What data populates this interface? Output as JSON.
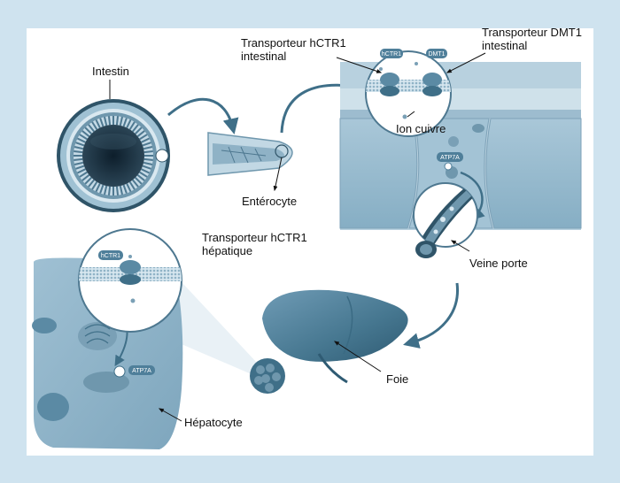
{
  "labels": {
    "intestin": "Intestin",
    "transporteur_hctr1_intestinal": [
      "Transporteur hCTR1",
      "intestinal"
    ],
    "transporteur_dmt1_intestinal": [
      "Transporteur DMT1",
      "intestinal"
    ],
    "ion_cuivre": "Ion cuivre",
    "enterocyte": "Entérocyte",
    "transporteur_hctr1_hepatique": [
      "Transporteur hCTR1",
      "hépatique"
    ],
    "veine_porte": "Veine porte",
    "foie": "Foie",
    "hepatocyte": "Hépatocyte"
  },
  "tags": {
    "hctr1_intestinal": "hCTR1",
    "dmt1": "DMT1",
    "atp7a_enterocyte": "ATP7A",
    "hctr1_hepatique": "hCTR1",
    "atp7a_hepatocyte": "ATP7A"
  },
  "colors": {
    "background_frame": "#cfe3ef",
    "panel": "#ffffff",
    "tissue_blue": "#7fa8c0",
    "organ_blue": "#4d7d99",
    "arrow": "#3f6f88",
    "tag_fill": "#4f7f9a"
  }
}
